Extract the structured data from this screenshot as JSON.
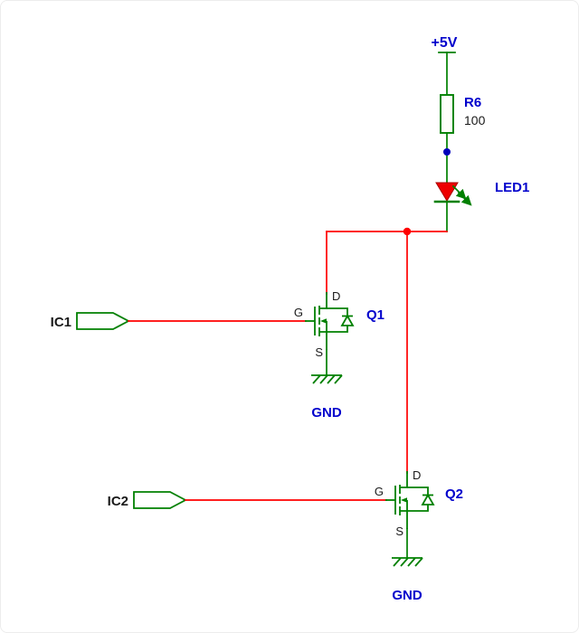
{
  "colors": {
    "background": "#ffffff",
    "wire_red": "#ff0000",
    "component_green": "#008000",
    "label_blue": "#0000cc",
    "label_black": "#1a1a1a",
    "junction_blue": "#0000bb",
    "led_red": "#ee0000",
    "led_stroke": "#aa0000"
  },
  "power_rail": {
    "label": "+5V"
  },
  "resistor": {
    "designator": "R6",
    "value": "100"
  },
  "led": {
    "designator": "LED1"
  },
  "transistors": [
    {
      "designator": "Q1",
      "pin_drain": "D",
      "pin_gate": "G",
      "pin_source": "S"
    },
    {
      "designator": "Q2",
      "pin_drain": "D",
      "pin_gate": "G",
      "pin_source": "S"
    }
  ],
  "ports": [
    {
      "label": "IC1"
    },
    {
      "label": "IC2"
    }
  ],
  "grounds": [
    {
      "label": "GND"
    },
    {
      "label": "GND"
    }
  ]
}
